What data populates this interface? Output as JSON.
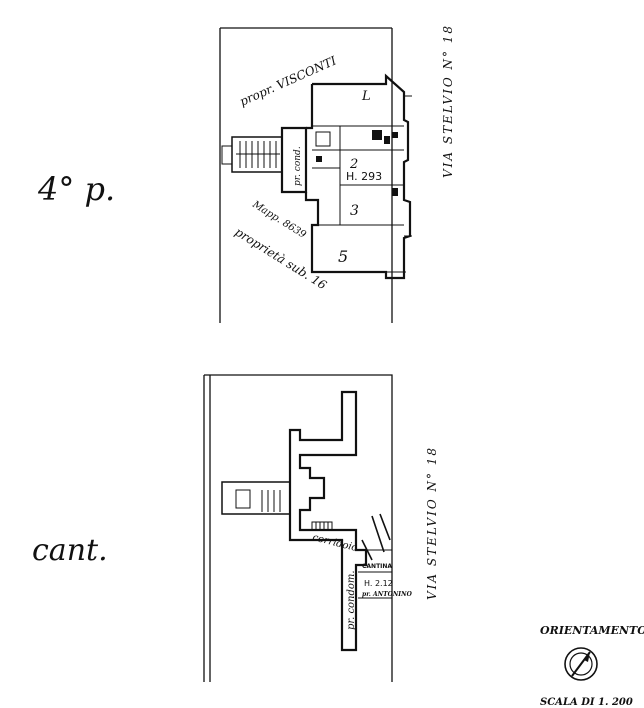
{
  "upper_plan": {
    "floor_label": "4° p.",
    "neighbor_label": "propr. VISCONTI",
    "street_label": "VIA STELVIO N° 18",
    "corridor_label": "pr. cond.",
    "cadastral_label": "Mapp. 8639",
    "property_label": "proprietà sub. 16",
    "rooms": [
      "L",
      "2",
      "3",
      "5"
    ],
    "height_label": "H. 293"
  },
  "lower_plan": {
    "floor_label": "cant.",
    "street_label": "VIA STELVIO N° 18",
    "corridor_label": "corridoio",
    "shared_label": "pr. condom.",
    "cellar_label": "CANTINA",
    "height_label": "H. 2.12",
    "owner_label": "pr. ANTONINO"
  },
  "legend": {
    "orientation_label": "ORIENTAMENTO",
    "scale_label": "SCALA DI 1. 200"
  }
}
